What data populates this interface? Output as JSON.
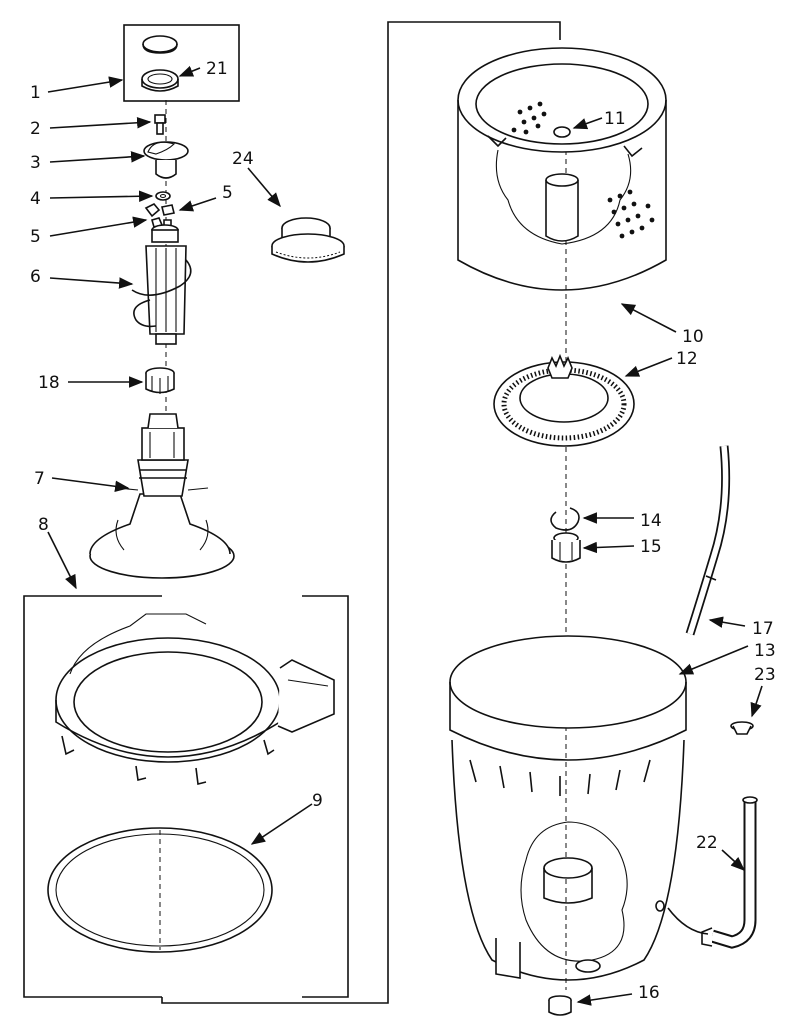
{
  "diagram": {
    "callouts": [
      {
        "id": "1",
        "text": "1"
      },
      {
        "id": "2",
        "text": "2"
      },
      {
        "id": "3",
        "text": "3"
      },
      {
        "id": "4",
        "text": "4"
      },
      {
        "id": "5a",
        "text": "5"
      },
      {
        "id": "5b",
        "text": "5"
      },
      {
        "id": "6",
        "text": "6"
      },
      {
        "id": "7",
        "text": "7"
      },
      {
        "id": "8",
        "text": "8"
      },
      {
        "id": "9",
        "text": "9"
      },
      {
        "id": "10",
        "text": "10"
      },
      {
        "id": "11",
        "text": "11"
      },
      {
        "id": "12",
        "text": "12"
      },
      {
        "id": "13",
        "text": "13"
      },
      {
        "id": "14",
        "text": "14"
      },
      {
        "id": "15",
        "text": "15"
      },
      {
        "id": "16",
        "text": "16"
      },
      {
        "id": "17",
        "text": "17"
      },
      {
        "id": "18",
        "text": "18"
      },
      {
        "id": "21",
        "text": "21"
      },
      {
        "id": "22",
        "text": "22"
      },
      {
        "id": "23",
        "text": "23"
      },
      {
        "id": "24",
        "text": "24"
      }
    ]
  }
}
